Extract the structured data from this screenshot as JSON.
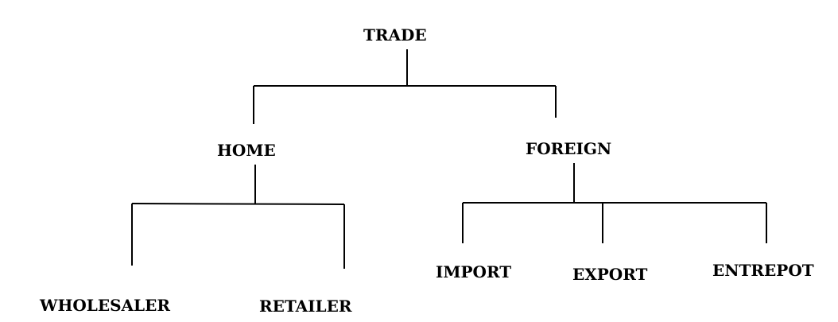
{
  "diagram": {
    "root": "TRADE",
    "branches": {
      "home": "HOME",
      "foreign": "FOREIGN"
    },
    "leaves": {
      "wholesaler": "WHOLESALER",
      "retailer": "RETAILER",
      "import": "IMPORT",
      "export": "EXPORT",
      "entrepot": "ENTREPOT"
    }
  }
}
